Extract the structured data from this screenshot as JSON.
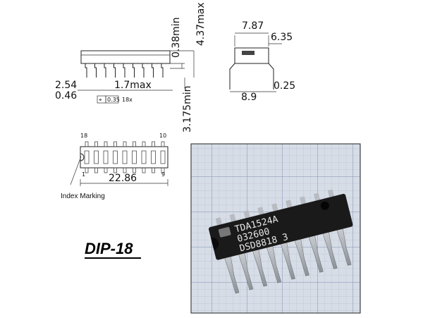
{
  "diagram": {
    "title": "DIP-18",
    "side_view": {
      "height_max": "4.37max",
      "standoff_min": "0.38min",
      "pin_pitch": "2.54",
      "pin_width": "0.46",
      "shoulder": "1.7max",
      "tolerance_box": "0.35",
      "tolerance_count": "18x",
      "lead_length_min": "3.175min"
    },
    "end_view": {
      "body_width": "7.87",
      "lead_offset": "6.35",
      "row_spacing": "8.9",
      "lead_thickness": "0.25"
    },
    "top_view": {
      "pin_18": "18",
      "pin_10": "10",
      "pin_1": "1",
      "pin_9": "9",
      "length": "22.86",
      "index_label": "Index Marking"
    },
    "photo": {
      "marking_line1": "TDA1524A",
      "marking_line2": "032600",
      "marking_line3": "DSD8818  3",
      "colors": {
        "grid_bg": "#d7dde6",
        "grid_line": "#8f9fbf",
        "chip_body": "#1a1a1a"
      }
    }
  }
}
